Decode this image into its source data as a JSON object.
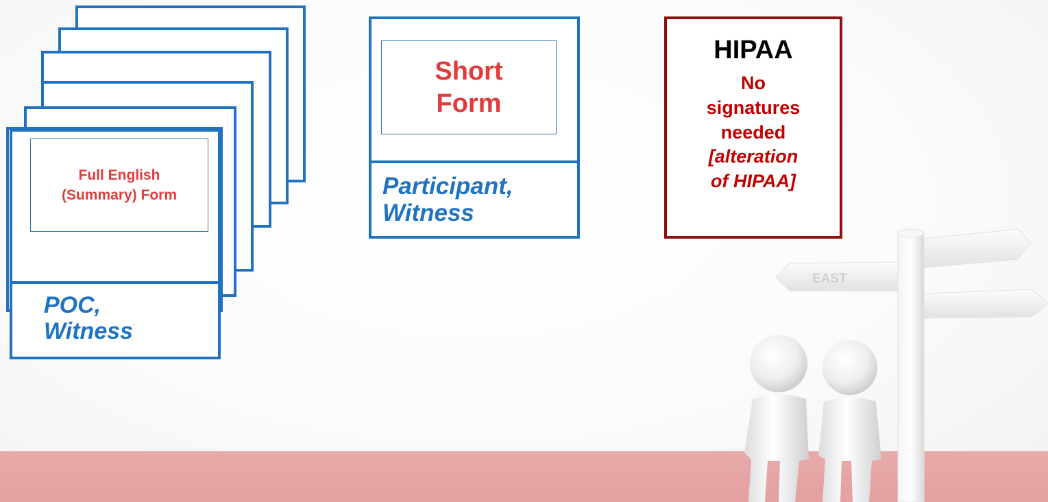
{
  "full_form": {
    "title": "Full English (Summary) Form",
    "signers_line1": "POC,",
    "signers_line2": "Witness"
  },
  "short_form": {
    "title_line1": "Short",
    "title_line2": "Form",
    "signers_line1": "Participant,",
    "signers_line2": "Witness"
  },
  "hipaa": {
    "title": "HIPAA",
    "note_line1": "No",
    "note_line2": "signatures",
    "note_line3": "needed",
    "note_line4": "[alteration",
    "note_line5": "of HIPAA]"
  },
  "illustration": {
    "sign_text": "EAST"
  },
  "colors": {
    "blue": "#1f73c1",
    "red": "#e23b3b",
    "dark_red": "#8b1111",
    "floor": "#e6a6a6"
  }
}
